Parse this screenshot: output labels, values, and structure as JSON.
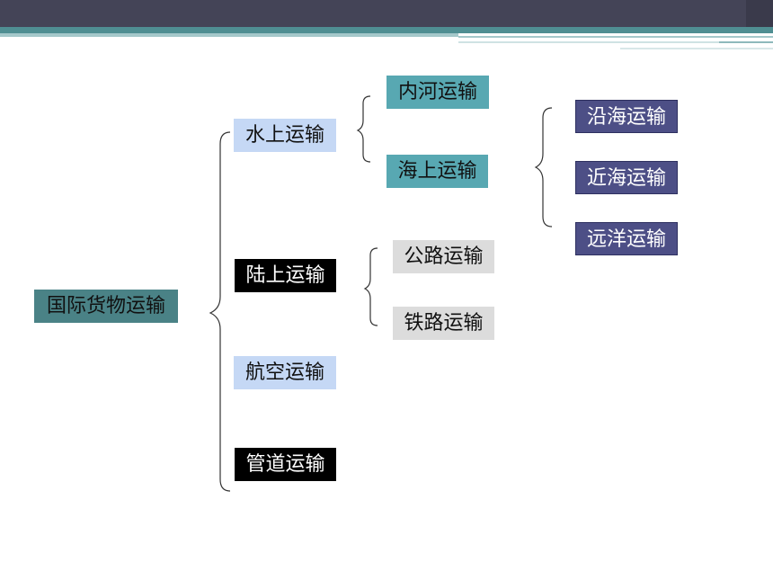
{
  "diagram": {
    "root": "国际货物运输",
    "level1": {
      "water": "水上运输",
      "land": "陆上运输",
      "air": "航空运输",
      "pipeline": "管道运输"
    },
    "water_children": {
      "inland_river": "内河运输",
      "sea": "海上运输"
    },
    "sea_children": {
      "coastal": "沿海运输",
      "near_sea": "近海运输",
      "ocean": "远洋运输"
    },
    "land_children": {
      "road": "公路运输",
      "rail": "铁路运输"
    }
  },
  "colors": {
    "banner_dark": "#444457",
    "banner_teal": "#4f8e92",
    "root_fill": "#4a8286",
    "light_blue_fill": "#c5d8f5",
    "black_fill": "#000000",
    "teal_fill": "#58a8b2",
    "grey_fill": "#dcdcdc",
    "indigo_fill": "#4d4f86"
  }
}
